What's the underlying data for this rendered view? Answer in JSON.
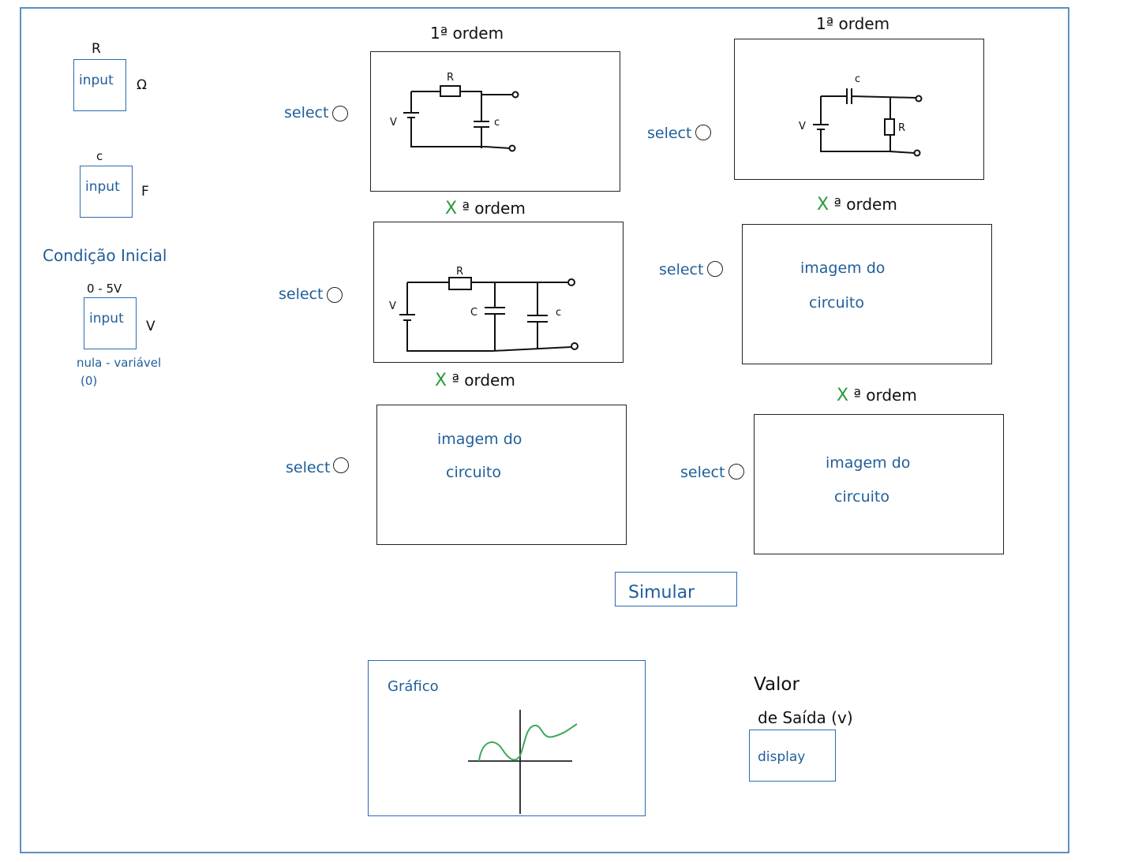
{
  "left_panel": {
    "r": {
      "label": "R",
      "input_text": "input",
      "unit": "Ω"
    },
    "c": {
      "label": "c",
      "input_text": "input",
      "unit": "F"
    },
    "initial_condition": {
      "title": "Condição Inicial",
      "range": "0 - 5V",
      "input_text": "input",
      "unit": "V",
      "note_line1": "nula - variável",
      "note_line2": "(0)"
    }
  },
  "circuits": [
    {
      "heading": "1ª ordem",
      "select_label": "select",
      "diagram": "rc-series-r-parallel-c",
      "labels": {
        "r": "R",
        "c": "c",
        "v": "V"
      }
    },
    {
      "heading": "1ª ordem",
      "select_label": "select",
      "diagram": "cr-series-c-parallel-r",
      "labels": {
        "r": "R",
        "c": "c",
        "v": "V"
      }
    },
    {
      "heading_x": "X",
      "heading_rest": "ª ordem",
      "select_label": "select",
      "diagram": "r-with-two-parallel-c",
      "labels": {
        "r": "R",
        "c1": "C",
        "c2": "c",
        "v": "V"
      }
    },
    {
      "heading_x": "X",
      "heading_rest": "ª ordem",
      "select_label": "select",
      "placeholder_line1": "imagem do",
      "placeholder_line2": "circuito"
    },
    {
      "heading_x": "X",
      "heading_rest": "ª ordem",
      "select_label": "select",
      "placeholder_line1": "imagem do",
      "placeholder_line2": "circuito"
    },
    {
      "heading_x": "X",
      "heading_rest": "ª ordem",
      "select_label": "select",
      "placeholder_line1": "imagem do",
      "placeholder_line2": "circuito"
    }
  ],
  "simulate_button": "Simular",
  "graph": {
    "title": "Gráfico"
  },
  "output": {
    "line1": "Valor",
    "line2": "de Saída (v)",
    "display_text": "display"
  },
  "colors": {
    "frame": "#5b8fc4",
    "handwriting_blue": "#1f5e9a",
    "x_green": "#2a9a3a",
    "curve_green": "#3aaa5a"
  }
}
